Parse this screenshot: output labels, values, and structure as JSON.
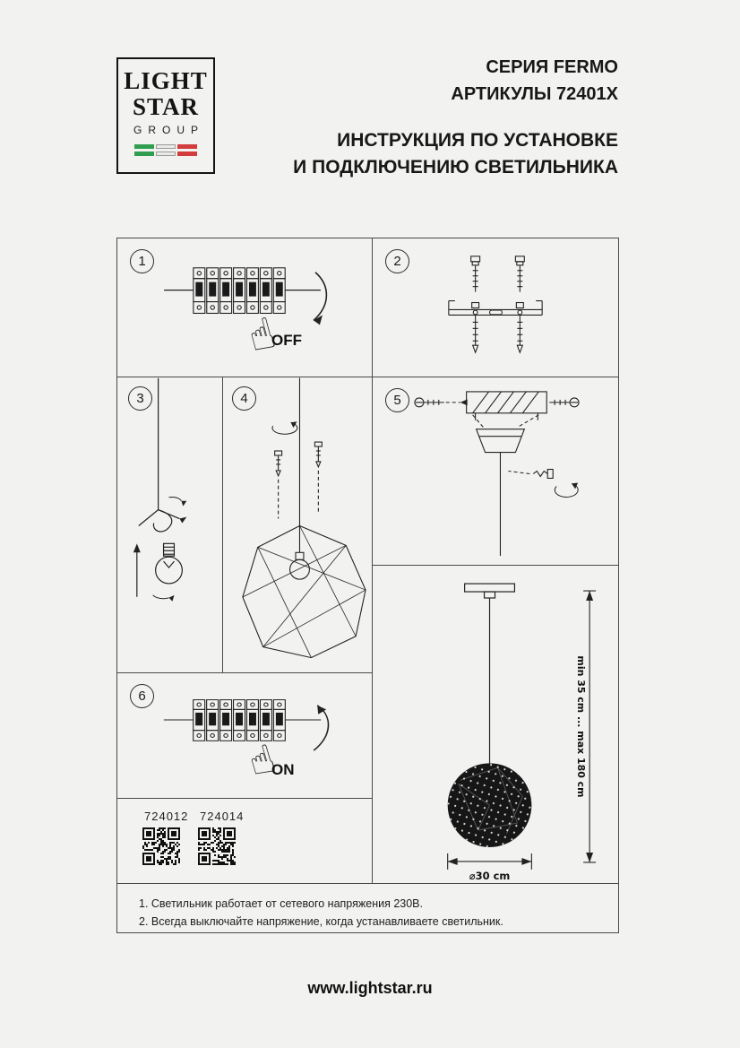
{
  "logo": {
    "line1": "LIGHT",
    "line2": "STAR",
    "line3": "GROUP"
  },
  "header": {
    "series": "СЕРИЯ FERMO",
    "articles": "АРТИКУЛЫ 72401X",
    "title1": "ИНСТРУКЦИЯ ПО УСТАНОВКЕ",
    "title2": "И ПОДКЛЮЧЕНИЮ СВЕТИЛЬНИКА"
  },
  "steps": {
    "s1": "1",
    "s2": "2",
    "s3": "3",
    "s4": "4",
    "s5": "5",
    "s6": "6"
  },
  "labels": {
    "off": "OFF",
    "on": "ON"
  },
  "icons": {
    "hand": "☝"
  },
  "dimensions": {
    "height": "min 35 cm ... max 180 cm",
    "diameter": "⌀30 cm"
  },
  "articles": {
    "a1": "724012",
    "a2": "724014"
  },
  "notes": {
    "n1": "1. Светильник работает от сетевого напряжения 230В.",
    "n2": "2. Всегда выключайте напряжение, когда устанавливаете светильник."
  },
  "footer": {
    "website": "www.lightstar.ru"
  },
  "colors": {
    "flag_green": "#2f9e4f",
    "flag_red": "#d23c3c",
    "line": "#222222",
    "page_bg": "#f2f2f0"
  }
}
